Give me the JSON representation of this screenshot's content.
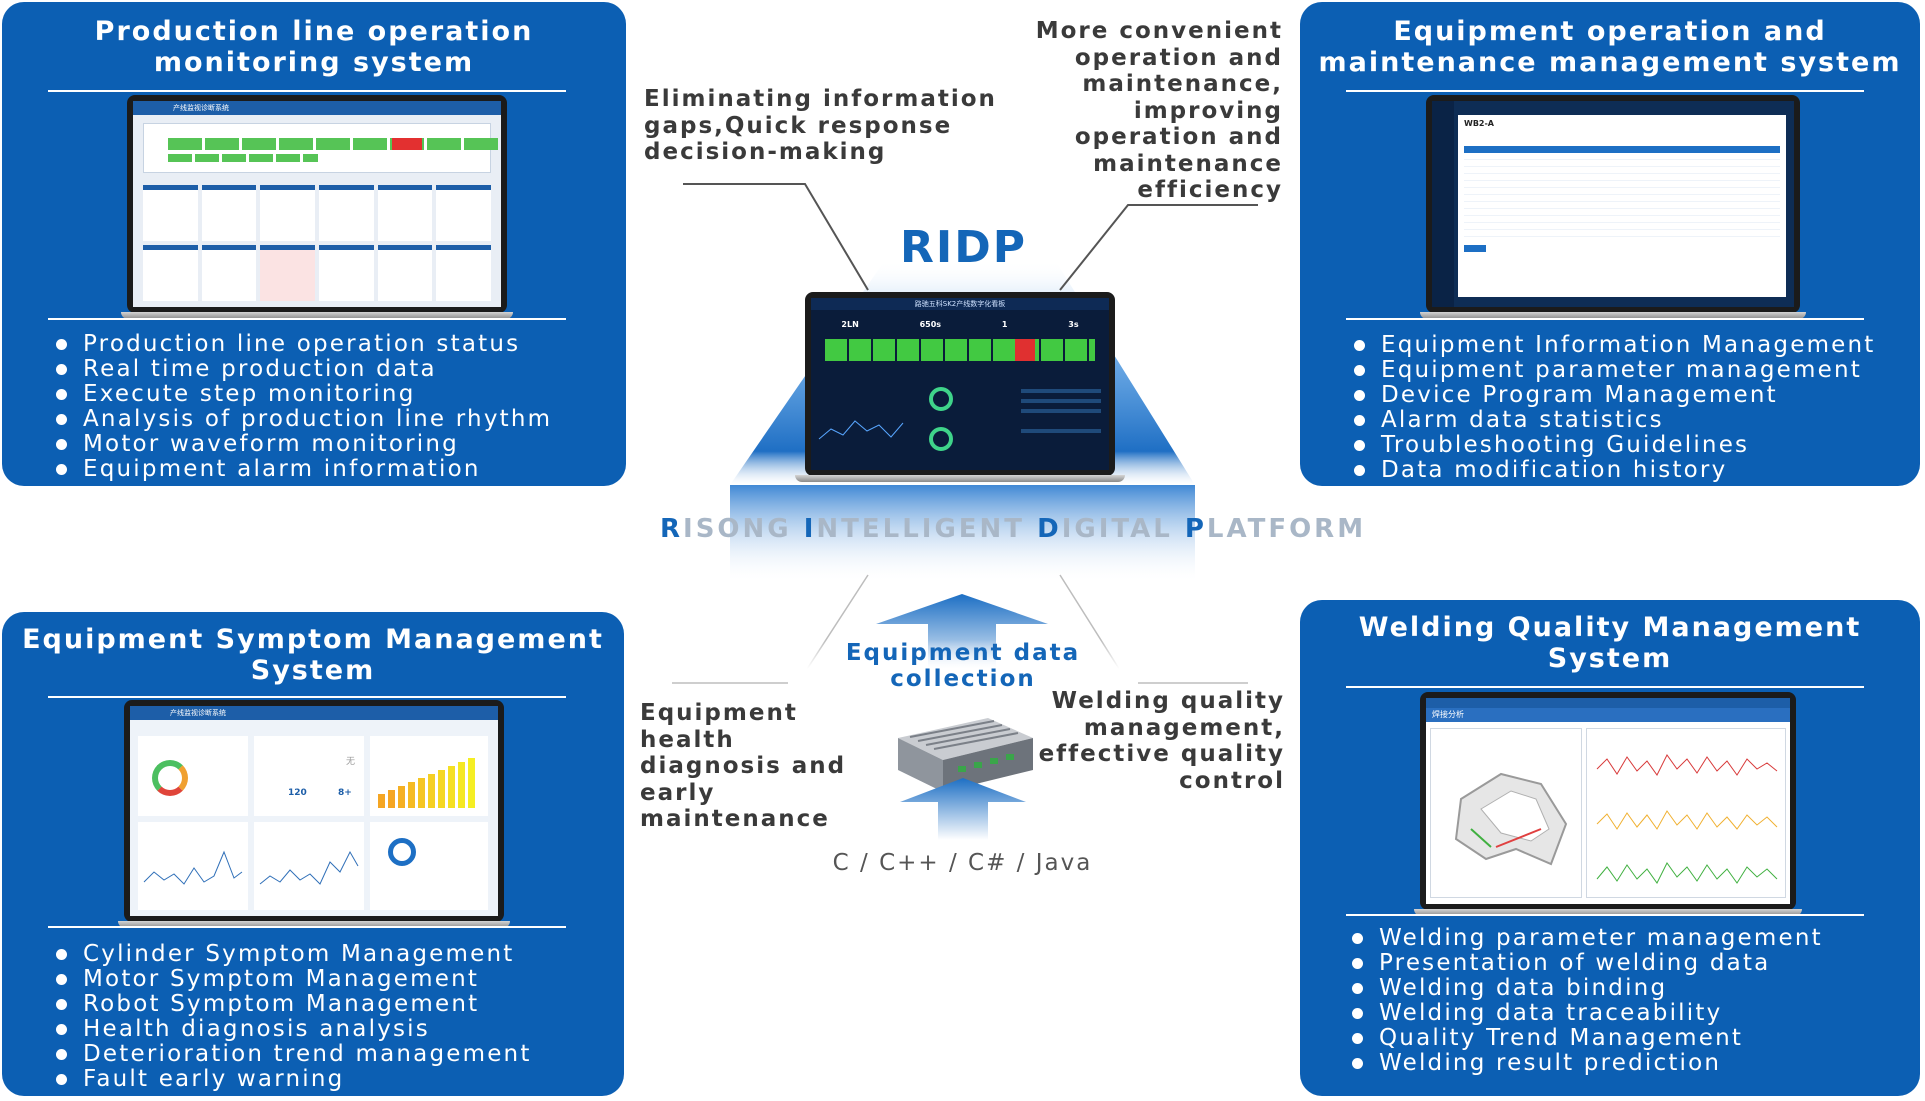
{
  "panels": {
    "production": {
      "title": "Production line operation\nmonitoring system",
      "items": [
        "Production line operation status",
        "Real time production data",
        "Execute step monitoring",
        "Analysis of production line rhythm",
        "Motor waveform monitoring",
        "Equipment alarm information"
      ],
      "screen_title": "产线监视诊断系统"
    },
    "equipment": {
      "title": "Equipment operation and\nmaintenance management system",
      "items": [
        "Equipment Information Management",
        "Equipment parameter management",
        "Device Program Management",
        "Alarm data statistics",
        "Troubleshooting Guidelines",
        "Data modification history"
      ],
      "screen_title": "WB2-A"
    },
    "symptom": {
      "title": "Equipment Symptom Management\nSystem",
      "items": [
        "Cylinder Symptom Management",
        "Motor Symptom Management",
        "Robot Symptom Management",
        "Health diagnosis analysis",
        "Deterioration trend management",
        "Fault early warning"
      ],
      "screen_title": "产线监视诊断系统",
      "screen_value_1": "120",
      "screen_value_2": "8+",
      "screen_empty": "无"
    },
    "welding": {
      "title": "Welding Quality Management\nSystem",
      "items": [
        "Welding parameter management",
        "Presentation of welding data",
        "Welding data binding",
        "Welding data traceability",
        "Quality Trend Management",
        "Welding result prediction"
      ],
      "screen_title": "焊接分析"
    }
  },
  "center": {
    "ridp": "RIDP",
    "platform_caps": [
      "R",
      "I",
      "D",
      "P"
    ],
    "platform_rest": [
      "ISONG ",
      "NTELLIGENT ",
      "IGITAL ",
      "LATFORM"
    ],
    "dashboard_title": "路驰五科SK2产线数字化看板",
    "dashboard_stats": [
      "2LN",
      "650s",
      "1",
      "3s"
    ],
    "collection": "Equipment data collection",
    "languages": "C / C++ / C# / Java"
  },
  "callouts": {
    "top_left": "Eliminating information\ngaps,Quick response\ndecision-making",
    "top_right": "More convenient\noperation and\nmaintenance,\nimproving\noperation and\nmaintenance\nefficiency",
    "bottom_left": "Equipment health\ndiagnosis and\nearly maintenance",
    "bottom_right": "Welding quality\nmanagement,\neffective quality\ncontrol"
  },
  "colors": {
    "panel_blue": "#0c5fb3",
    "ridp_blue": "#1466b8",
    "platform_letters": "#a9b7c7",
    "text_dark": "#3a3a3a"
  }
}
